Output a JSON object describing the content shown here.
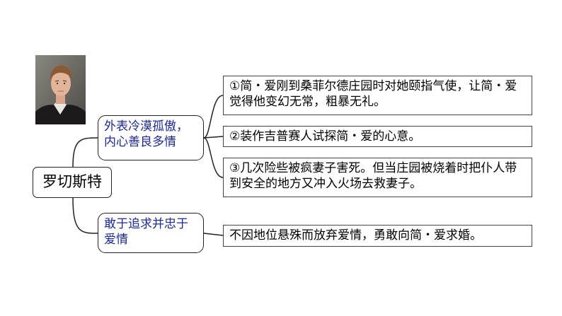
{
  "root": {
    "label": "罗切斯特"
  },
  "traits": [
    {
      "label": "外表冷漠孤傲，内心善良多情",
      "examples": [
        "①简・爱刚到桑菲尔德庄园时对她颐指气使，让简・爱觉得他变幻无常，粗暴无礼。",
        "②装作吉普赛人试探简・爱的心意。",
        "③几次险些被疯妻子害死。但当庄园被烧着时把仆人带到安全的地方又冲入火场去救妻子。"
      ]
    },
    {
      "label": "敢于追求并忠于爱情",
      "examples": [
        "不因地位悬殊而放弃爱情，勇敢向简・爱求婚。"
      ]
    }
  ],
  "colors": {
    "trait_text": "#1d2a93",
    "line": "#222222"
  },
  "portrait": {
    "icon": "man-portrait-photo"
  }
}
